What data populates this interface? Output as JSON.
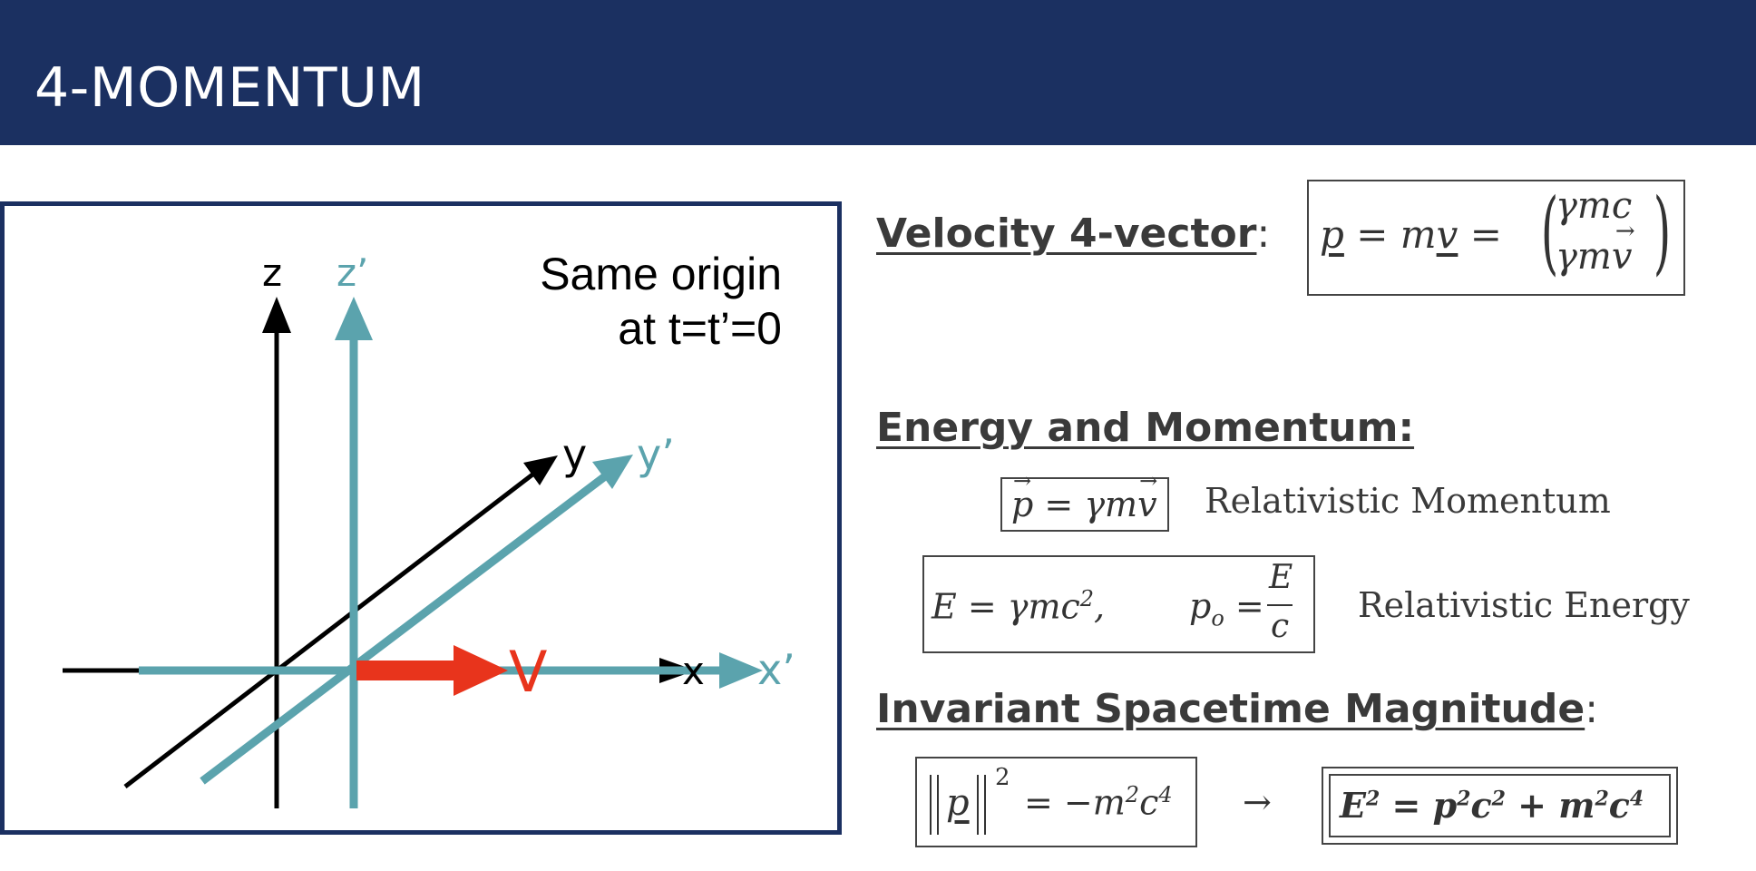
{
  "header": {
    "title": "4-MOMENTUM"
  },
  "figure": {
    "axis_z": "z",
    "axis_z_prime": "z’",
    "axis_y": "y",
    "axis_y_prime": "y’",
    "axis_x": "x",
    "axis_x_prime": "x’",
    "velocity_label": "V",
    "note_line1": "Same origin",
    "note_line2": "at t=t’=0",
    "colors": {
      "frame": "#000000",
      "moving_frame": "#5ba3ad",
      "velocity": "#e8341c",
      "border": "#1b3061"
    }
  },
  "sections": {
    "velocity": {
      "heading": "Velocity 4-vector",
      "colon": ":"
    },
    "energy": {
      "heading": "Energy and Momentum:"
    },
    "invariant": {
      "heading": "Invariant Spacetime Magnitude",
      "colon": ":"
    }
  },
  "eq_velocity": {
    "p": "p",
    "eq1": "= m",
    "v": "v",
    "eq2": "=",
    "top": "γmc",
    "bottom": "γm",
    "bottom_vec": "v"
  },
  "eq_momentum": {
    "p": "p",
    "rest": "= γm",
    "v": "v",
    "label": "Relativistic Momentum"
  },
  "eq_energy": {
    "left": "E = γmc",
    "sup": "2",
    "comma": ",",
    "p": "p",
    "sub": "o",
    "eq": "=",
    "num": "E",
    "den": "c",
    "label": "Relativistic Energy"
  },
  "eq_invariant": {
    "p": "p",
    "sup": "2",
    "rest": "= −m",
    "sup2": "2",
    "c": "c",
    "sup3": "4",
    "arrow": "→",
    "final": {
      "E": "E",
      "s1": "2",
      "eq": " = p",
      "s2": "2",
      "c1": "c",
      "s3": "2",
      "plus": " + m",
      "s4": "2",
      "c2": "c",
      "s5": "4"
    }
  }
}
